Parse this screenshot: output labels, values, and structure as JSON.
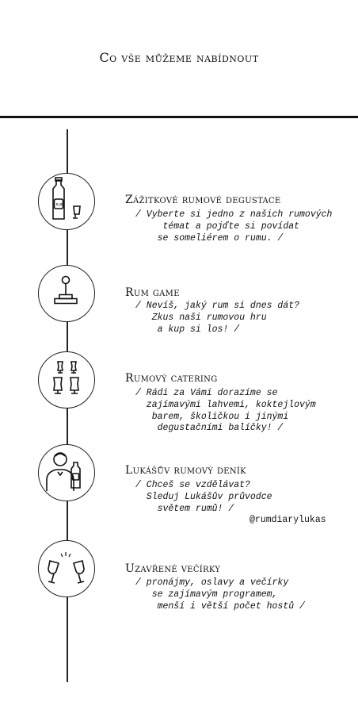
{
  "title": "Co vše můžeme nabídnout",
  "items": [
    {
      "icon": "rum-bottle-glass-icon",
      "heading": "Zážitkové rumové degustace",
      "text": "/ Vyberte si jedno z našich rumových\n     témat a pojďte si povídat\n    se someliérem o rumu. /"
    },
    {
      "icon": "joystick-icon",
      "heading": "Rum game",
      "text": "/ Nevíš, jaký rum si dnes dát?\n   Zkus naši rumovou hru\n    a kup si los! /"
    },
    {
      "icon": "tasting-glasses-icon",
      "heading": "Rumový catering",
      "text": "/ Rádi za Vámi dorazíme se\n  zajímavými lahvemi, koktejlovým\n   barem, školičkou i jinými\n    degustačními balíčky! /"
    },
    {
      "icon": "person-with-bottle-icon",
      "heading": "Lukášův rumový deník",
      "text": "/ Chceš se vzdělávat?\n  Sleduj Lukášův průvodce\n    světem rumů! /",
      "handle": "@rumdiarylukas"
    },
    {
      "icon": "cheers-glasses-icon",
      "heading": "Uzavřené večírky",
      "text": "/ pronájmy, oslavy a večírky\n   se zajímavým programem,\n    menší i větší počet hostů /"
    }
  ]
}
